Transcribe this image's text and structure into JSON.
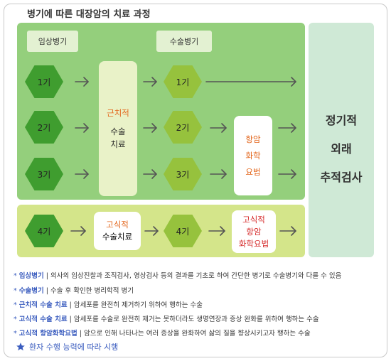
{
  "title": "병기에 따른 대장암의 치료 과정",
  "labels": {
    "clinical_stage": "임상병기",
    "surgical_stage": "수술병기"
  },
  "clinical_stages": [
    "1기",
    "2기",
    "3기"
  ],
  "surgical_stages": [
    "1기",
    "2기",
    "3기"
  ],
  "curative_box": {
    "line1": "근치적",
    "line2": "수술",
    "line3": "치료"
  },
  "chemo_box": {
    "line1": "항암",
    "line2": "화학",
    "line3": "요법"
  },
  "stage4": {
    "clinical": "4기",
    "palliative_surgery": {
      "line1": "고식적",
      "line2": "수술치료"
    },
    "surgical": "4기",
    "palliative_chemo": {
      "line1": "고식적",
      "line2": "항암",
      "line3": "화학요법"
    }
  },
  "followup": {
    "line1": "정기적",
    "line2": "외래",
    "line3": "추적검사"
  },
  "notes": [
    {
      "bullet": "*",
      "term": "임상병기",
      "sep": " | ",
      "desc": "의사의 임상진찰과 조직검사, 영상검사 등의 결과를 기초로 하여 간단한 병기로 수술병기와 다를 수 있음"
    },
    {
      "bullet": "*",
      "term": "수술병기",
      "sep": " | ",
      "desc": "수술 후 확인한 병리학적 병기"
    },
    {
      "bullet": "*",
      "term": "근치적 수술 치료",
      "sep": " | ",
      "desc": "암세포를 완전히 제거하기 위하여 행하는 수술"
    },
    {
      "bullet": "*",
      "term": "고식적 수술 치료",
      "sep": " | ",
      "desc": "암세포를 수술로 완전히 제거는 못하더라도 생명연장과 증상 완화를 위하여 행하는 수술"
    },
    {
      "bullet": "*",
      "term": "고식적 항암화학요법",
      "sep": " | ",
      "desc": "암으로 인해 나타나는 여러 증상을 완화하여 삶의 질을 향상시키고자 행하는 수술"
    }
  ],
  "star_note": "환자 수행 능력에 따라 시행",
  "colors": {
    "main_panel": "#94cf7c",
    "sub_panel": "#d4e58a",
    "right_panel": "#cfe9d6",
    "hex_dark": "#3f9d2f",
    "hex_mid": "#96c23d",
    "accent_blue": "#3b5dbf",
    "orange": "#e3661c",
    "red": "#d62a2a"
  },
  "icons": {
    "arrow": "right-arrow-icon",
    "star": "star-icon"
  }
}
